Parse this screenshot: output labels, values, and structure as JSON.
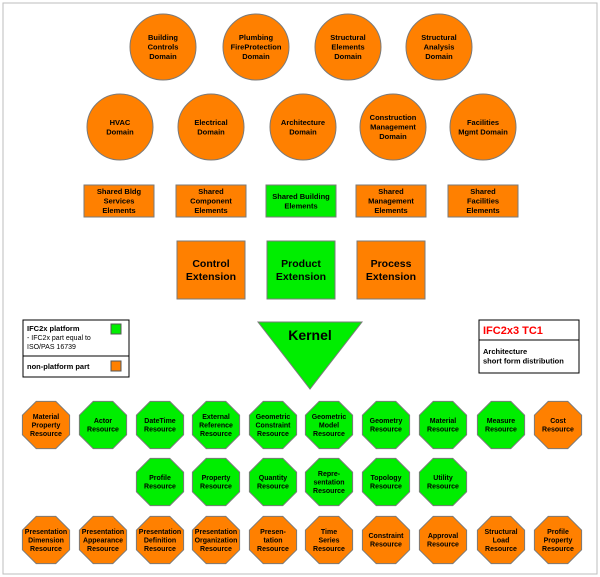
{
  "colors": {
    "platform": "#00ee00",
    "non_platform": "#ff8000",
    "outline": "#7a7a7a",
    "release_title": "#ff0000"
  },
  "domains": [
    {
      "id": "building-controls",
      "label": "Building\nControls\nDomain"
    },
    {
      "id": "plumbing-fire-protection",
      "label": "Plumbing\nFireProtection\nDomain"
    },
    {
      "id": "structural-elements",
      "label": "Structural\nElements\nDomain"
    },
    {
      "id": "structural-analysis",
      "label": "Structural\nAnalysis\nDomain"
    },
    {
      "id": "hvac",
      "label": "HVAC\nDomain"
    },
    {
      "id": "electrical",
      "label": "Electrical\nDomain"
    },
    {
      "id": "architecture",
      "label": "Architecture\nDomain"
    },
    {
      "id": "construction-management",
      "label": "Construction\nManagement\nDomain"
    },
    {
      "id": "facilities-mgmt",
      "label": "Facilities\nMgmt Domain"
    }
  ],
  "shared_elements": [
    {
      "id": "shared-bldg-services",
      "label": "Shared Bldg\nServices\nElements",
      "platform": false
    },
    {
      "id": "shared-component",
      "label": "Shared\nComponent\nElements",
      "platform": false
    },
    {
      "id": "shared-building",
      "label": "Shared Building\nElements",
      "platform": true
    },
    {
      "id": "shared-management",
      "label": "Shared\nManagement\nElements",
      "platform": false
    },
    {
      "id": "shared-facilities",
      "label": "Shared\nFacilities\nElements",
      "platform": false
    }
  ],
  "extensions": [
    {
      "id": "control",
      "label": "Control\nExtension",
      "platform": false
    },
    {
      "id": "product",
      "label": "Product\nExtension",
      "platform": true
    },
    {
      "id": "process",
      "label": "Process\nExtension",
      "platform": false
    }
  ],
  "kernel": {
    "label": "Kernel"
  },
  "legend": {
    "platform_title": "IFC2x platform",
    "platform_note": "- IFC2x part equal to\nISO/PAS 16739",
    "non_platform": "non-platform part"
  },
  "release": {
    "title": "IFC2x3 TC1",
    "subtitle": "Architecture\nshort form distribution"
  },
  "resources_row1": [
    {
      "id": "material-property",
      "label": "Material\nProperty\nResource",
      "platform": false
    },
    {
      "id": "actor",
      "label": "Actor\nResource",
      "platform": true
    },
    {
      "id": "datetime",
      "label": "DateTime\nResource",
      "platform": true
    },
    {
      "id": "external-reference",
      "label": "External\nReference\nResource",
      "platform": true
    },
    {
      "id": "geometric-constraint",
      "label": "Geometric\nConstraint\nResource",
      "platform": true
    },
    {
      "id": "geometric-model",
      "label": "Geometric\nModel\nResource",
      "platform": true
    },
    {
      "id": "geometry",
      "label": "Geometry\nResource",
      "platform": true
    },
    {
      "id": "material",
      "label": "Material\nResource",
      "platform": true
    },
    {
      "id": "measure",
      "label": "Measure\nResource",
      "platform": true
    },
    {
      "id": "cost",
      "label": "Cost\nResource",
      "platform": false
    }
  ],
  "resources_row2": [
    {
      "id": "profile",
      "label": "Profile\nResource",
      "platform": true
    },
    {
      "id": "property",
      "label": "Property\nResource",
      "platform": true
    },
    {
      "id": "quantity",
      "label": "Quantity\nResource",
      "platform": true
    },
    {
      "id": "representation",
      "label": "Repre-\nsentation\nResource",
      "platform": true
    },
    {
      "id": "topology",
      "label": "Topology\nResource",
      "platform": true
    },
    {
      "id": "utility",
      "label": "Utility\nResource",
      "platform": true
    }
  ],
  "resources_row3": [
    {
      "id": "presentation-dimension",
      "label": "Presentation\nDimension\nResource",
      "platform": false
    },
    {
      "id": "presentation-appearance",
      "label": "Presentation\nAppearance\nResource",
      "platform": false
    },
    {
      "id": "presentation-definition",
      "label": "Presentation\nDefinition\nResource",
      "platform": false
    },
    {
      "id": "presentation-organization",
      "label": "Presentation\nOrganization\nResource",
      "platform": false
    },
    {
      "id": "presentation",
      "label": "Presen-\ntation\nResource",
      "platform": false
    },
    {
      "id": "time-series",
      "label": "Time\nSeries\nResource",
      "platform": false
    },
    {
      "id": "constraint",
      "label": "Constraint\nResource",
      "platform": false
    },
    {
      "id": "approval",
      "label": "Approval\nResource",
      "platform": false
    },
    {
      "id": "structural-load",
      "label": "Structural\nLoad\nResource",
      "platform": false
    },
    {
      "id": "profile-property",
      "label": "Profile\nProperty\nResource",
      "platform": false
    }
  ]
}
